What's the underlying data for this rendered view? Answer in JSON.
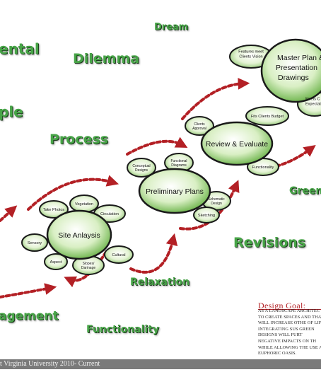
{
  "background_words": {
    "dream": "Dream",
    "ental": "ental",
    "dilemma": "Dilemma",
    "ple": "ple",
    "process": "Process",
    "green": "Green",
    "revisions": "Revisions",
    "relaxation": "Relaxation",
    "agement": "agement",
    "functionality": "Functionality"
  },
  "stages": {
    "site_analysis": {
      "title": "Site Anlaysis",
      "subs": [
        "Take Photos",
        "Vegetation",
        "Circulation",
        "Sensory",
        "Cultural",
        "Aspect",
        "Slopes/ Darinage"
      ]
    },
    "preliminary": {
      "title": "Preliminary Plans",
      "subs": [
        "Conceptual Designs",
        "Functional Diagrams",
        "Schematic Design",
        "Sketching"
      ]
    },
    "review": {
      "title": "Review & Evaluate",
      "subs": [
        "Clients Approval",
        "Fits Clients Budget",
        "Functionality"
      ]
    },
    "master": {
      "title_lines": [
        "Master Plan &",
        "Presentation",
        "Drawings"
      ],
      "subs": [
        "Features meet Clients Vision",
        "Meets C Expectation"
      ]
    }
  },
  "design_goal": {
    "title": "Design Goal:",
    "body": "As a landscape architec is to create spaces and that will increase othe of life. Integrating sus green designs will furt negative impacts on th while allowing the use a Euphoric oasis."
  },
  "footer": "t Virginia University 2010- Current",
  "colors": {
    "word_green": "#47a447",
    "arrow_red": "#b32025",
    "ellipse_stroke": "#1a1a1a",
    "bubble_light": "#ffffff",
    "bubble_dark": "#5fad3c"
  }
}
